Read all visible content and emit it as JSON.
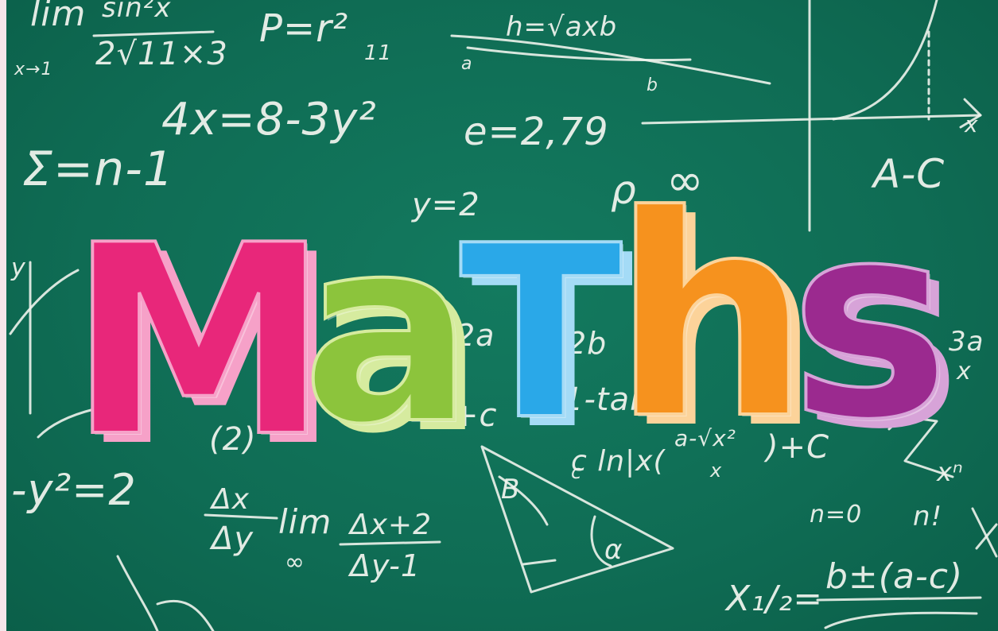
{
  "chalk": {
    "lim_top": "lim",
    "lim_frac_num": "sin²x",
    "lim_frac_den": "2√11×3",
    "lim_sub": "x→1",
    "p_eq": "P=r²",
    "p_den": "11",
    "h_eq": "h=√axb",
    "pt_a": "a",
    "pt_b": "b",
    "eq_main": "4x=8-3y²",
    "e_val": "e=2,79",
    "sum": "Σ=n-1",
    "y_eq": "y=2",
    "rho": "ρ",
    "inf": "∞",
    "a_minus_c": "A-C",
    "y_axis": "y",
    "x_axis": "x",
    "two_a": "2a",
    "two_b": "2b",
    "tan": "1-tan(a)",
    "paren_two": "(2)",
    "plus_c": "+c",
    "ln_expr": "c ln|x(",
    "ln_frac_num": "a-√x²",
    "ln_frac_den": "x",
    "ln_tail": ")+C",
    "frac_3a": "3a",
    "frac_3a_den": "x",
    "y2": "-y²=2",
    "dx": "Δx",
    "dy": "Δy",
    "lim2": "lim",
    "lim2_sub": "∞",
    "lim2_num": "Δx+2",
    "lim2_den": "Δy-1",
    "tri_b": "B",
    "tri_c": "c",
    "tri_alpha": "α",
    "sum2_top": "xⁿ",
    "sum2_bottom": "n=0",
    "n_fact": "n!",
    "x12": "X₁/₂=",
    "quad_num": "b±(a-c)"
  },
  "title": {
    "letters": [
      {
        "char": "M",
        "color": "#e8277a",
        "shadow": "#f6a1c8"
      },
      {
        "char": "a",
        "color": "#8cc43c",
        "shadow": "#d6eb9f"
      },
      {
        "char": "T",
        "color": "#2aa8e8",
        "shadow": "#a4dbf6"
      },
      {
        "char": "h",
        "color": "#f6921e",
        "shadow": "#fcd39a"
      },
      {
        "char": "s",
        "color": "#9b2a8f",
        "shadow": "#d7a3d8"
      }
    ]
  }
}
